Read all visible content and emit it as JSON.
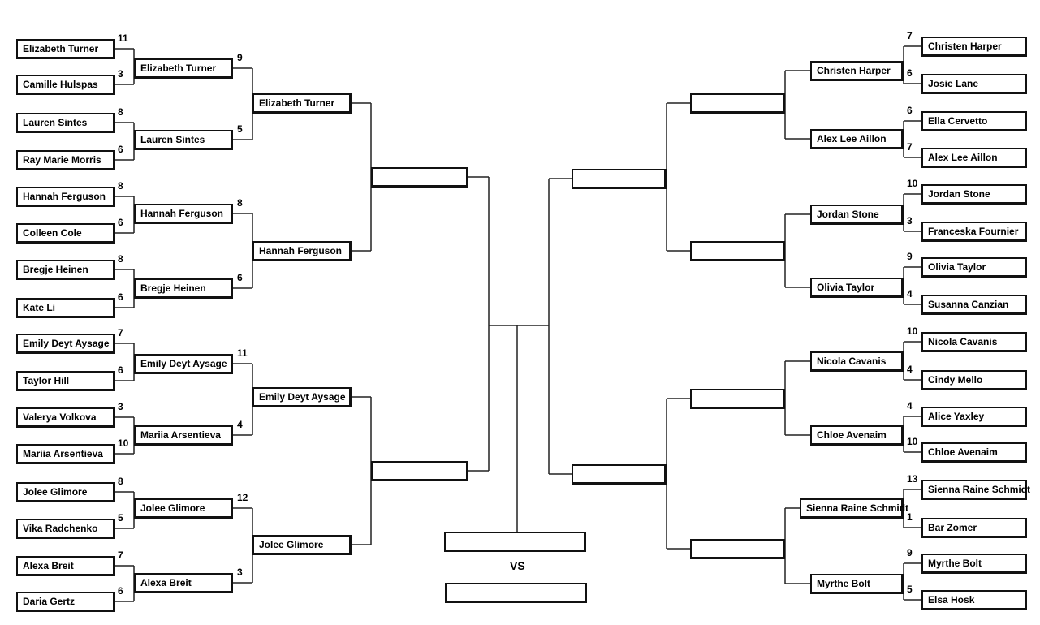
{
  "left": {
    "round1": [
      {
        "name": "Elizabeth Turner",
        "score": "11"
      },
      {
        "name": "Camille Hulspas",
        "score": "3"
      },
      {
        "name": "Lauren Sintes",
        "score": "8"
      },
      {
        "name": "Ray Marie Morris",
        "score": "6"
      },
      {
        "name": "Hannah Ferguson",
        "score": "8"
      },
      {
        "name": "Colleen Cole",
        "score": "6"
      },
      {
        "name": "Bregje Heinen",
        "score": "8"
      },
      {
        "name": "Kate Li",
        "score": "6"
      },
      {
        "name": "Emily Deyt Aysage",
        "score": "7"
      },
      {
        "name": "Taylor Hill",
        "score": "6"
      },
      {
        "name": "Valerya Volkova",
        "score": "3"
      },
      {
        "name": "Mariia Arsentieva",
        "score": "10"
      },
      {
        "name": "Jolee Glimore",
        "score": "8"
      },
      {
        "name": "Vika Radchenko",
        "score": "5"
      },
      {
        "name": "Alexa Breit",
        "score": "7"
      },
      {
        "name": "Daria Gertz",
        "score": "6"
      }
    ],
    "round2": [
      {
        "name": "Elizabeth Turner",
        "score": "9"
      },
      {
        "name": "Lauren Sintes",
        "score": "5"
      },
      {
        "name": "Hannah Ferguson",
        "score": "8"
      },
      {
        "name": "Bregje Heinen",
        "score": "6"
      },
      {
        "name": "Emily Deyt Aysage",
        "score": "11"
      },
      {
        "name": "Mariia Arsentieva",
        "score": "4"
      },
      {
        "name": "Jolee Glimore",
        "score": "12"
      },
      {
        "name": "Alexa Breit",
        "score": "3"
      }
    ],
    "round3": [
      {
        "name": "Elizabeth Turner"
      },
      {
        "name": "Hannah Ferguson"
      },
      {
        "name": "Emily Deyt Aysage"
      },
      {
        "name": "Jolee Glimore"
      }
    ],
    "round4": [
      {
        "name": ""
      },
      {
        "name": ""
      }
    ]
  },
  "right": {
    "round1": [
      {
        "name": "Christen Harper",
        "score": "7"
      },
      {
        "name": "Josie Lane",
        "score": "6"
      },
      {
        "name": "Ella Cervetto",
        "score": "6"
      },
      {
        "name": "Alex Lee Aillon",
        "score": "7"
      },
      {
        "name": "Jordan Stone",
        "score": "10"
      },
      {
        "name": "Franceska Fournier",
        "score": "3"
      },
      {
        "name": "Olivia Taylor",
        "score": "9"
      },
      {
        "name": "Susanna Canzian",
        "score": "4"
      },
      {
        "name": "Nicola Cavanis",
        "score": "10"
      },
      {
        "name": "Cindy Mello",
        "score": "4"
      },
      {
        "name": "Alice Yaxley",
        "score": "4"
      },
      {
        "name": "Chloe Avenaim",
        "score": "10"
      },
      {
        "name": "Sienna Raine Schmidt",
        "score": "13"
      },
      {
        "name": "Bar Zomer",
        "score": "1"
      },
      {
        "name": "Myrthe Bolt",
        "score": "9"
      },
      {
        "name": "Elsa Hosk",
        "score": "5"
      }
    ],
    "round2": [
      {
        "name": "Christen Harper"
      },
      {
        "name": "Alex Lee Aillon"
      },
      {
        "name": "Jordan Stone"
      },
      {
        "name": "Olivia Taylor"
      },
      {
        "name": "Nicola Cavanis"
      },
      {
        "name": "Chloe Avenaim"
      },
      {
        "name": "Sienna Raine Schmidt"
      },
      {
        "name": "Myrthe Bolt"
      }
    ],
    "round3": [
      {
        "name": ""
      },
      {
        "name": ""
      },
      {
        "name": ""
      },
      {
        "name": ""
      }
    ],
    "round4": [
      {
        "name": ""
      },
      {
        "name": ""
      }
    ]
  },
  "final": {
    "top": "",
    "vs_label": "VS",
    "bottom": ""
  }
}
